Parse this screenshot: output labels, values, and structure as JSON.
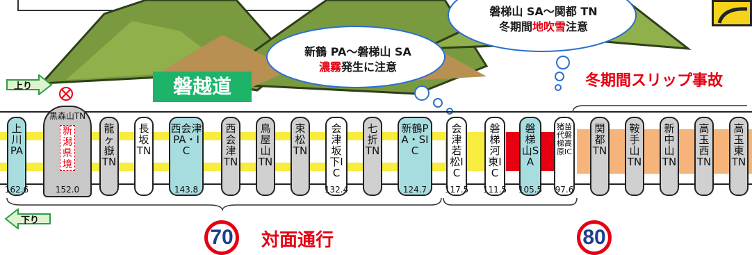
{
  "road_name": "磐越道",
  "directions": {
    "up": "上り",
    "down": "下り"
  },
  "bubbles": [
    {
      "line1": "新鶴 PA～磐梯山 SA",
      "line2_red": "濃霧",
      "line2_rest": "発生に注意"
    },
    {
      "line1": "磐梯山 SA～関都 TN",
      "line2_pre": "冬期間",
      "line2_red1": "地吹",
      "line2_red2": "雪",
      "line2_rest": "注意"
    }
  ],
  "slip_warning": "冬期間スリップ事故",
  "head_to_head": "対面通行",
  "speed_limits": [
    "70",
    "80"
  ],
  "stations": [
    {
      "label": "上川PA",
      "km": "162.6",
      "color": "#a8dde0"
    },
    {
      "label": "黒森山TN",
      "inner": "新潟県境",
      "km": "152.0",
      "color": "#c8c8c8"
    },
    {
      "label": "龍ヶ嶽TN",
      "km": "",
      "color": "#d0d0d0"
    },
    {
      "label": "長坂TN",
      "km": "",
      "color": "#ffffff"
    },
    {
      "label": "西会津PA・IC",
      "km": "143.8",
      "color": "#a8dde0"
    },
    {
      "label": "西会津TN",
      "km": "",
      "color": "#d0d0d0"
    },
    {
      "label": "鳥屋山TN",
      "km": "",
      "color": "#d0d0d0"
    },
    {
      "label": "束松TN",
      "km": "",
      "color": "#d0d0d0"
    },
    {
      "label": "会津坂下IC",
      "km": "132.4",
      "color": "#ffffff"
    },
    {
      "label": "七折TN",
      "km": "",
      "color": "#d0d0d0"
    },
    {
      "label": "新鶴PA・SIC",
      "km": "124.7",
      "color": "#a8dde0"
    },
    {
      "label": "会津若松IC",
      "km": "117.5",
      "color": "#ffffff"
    },
    {
      "label": "磐梯河東IC",
      "km": "111.5",
      "color": "#ffffff"
    },
    {
      "label": "磐梯山SA",
      "km": "105.5",
      "color": "#a8dde0"
    },
    {
      "label": "猪苗代磐梯高原IC",
      "km": "97.6",
      "color": "#ffffff"
    },
    {
      "label": "関都TN",
      "km": "",
      "color": "#d0d0d0"
    },
    {
      "label": "鞍手山TN",
      "km": "",
      "color": "#d0d0d0"
    },
    {
      "label": "新中山TN",
      "km": "",
      "color": "#d0d0d0"
    },
    {
      "label": "高玉西TN",
      "km": "",
      "color": "#d0d0d0"
    },
    {
      "label": "高玉東TN",
      "km": "",
      "color": "#d0d0d0"
    }
  ],
  "colors": {
    "yellow_road": "#f8ec3e",
    "red_section": "#e60012",
    "orange_section": "#f6b47b",
    "accent_green": "#1db46a"
  }
}
